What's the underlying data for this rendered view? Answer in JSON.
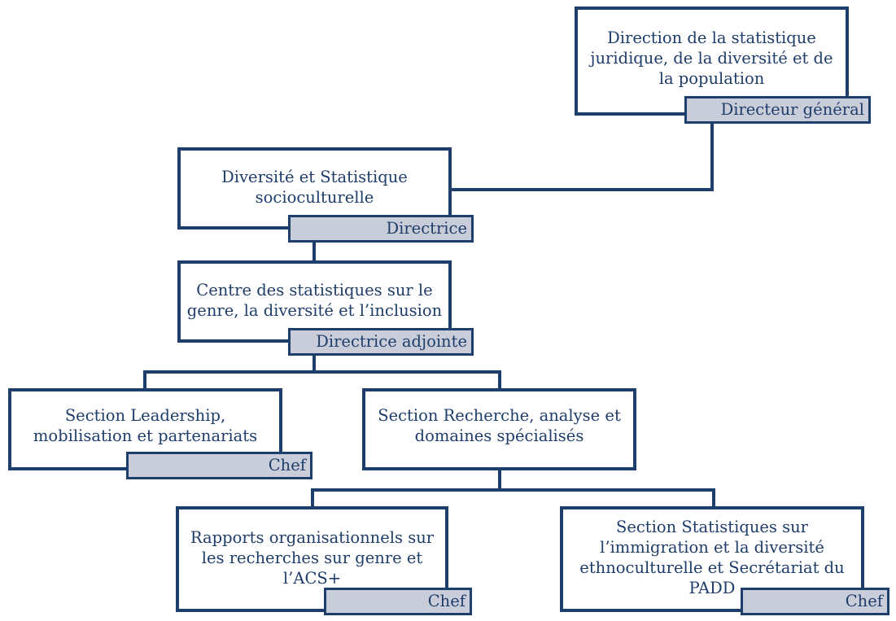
{
  "org": {
    "dg": {
      "title": "Direction de la statistique juridique, de la diversité et de la population",
      "role": "Directeur général"
    },
    "dss": {
      "title": "Diversité et Statistique socioculturelle",
      "role": "Directrice"
    },
    "csgdi": {
      "title": "Centre des statistiques sur le genre, la diversité et l’inclusion",
      "role": "Directrice adjointe"
    },
    "slmp": {
      "title": "Section Leadership, mobilisation et partenariats",
      "role": "Chef"
    },
    "srads": {
      "title": "Section Recherche, analyse et domaines spécialisés",
      "role": "Chef"
    },
    "rosr": {
      "title": "Rapports organisationnels sur les recherches sur genre et l’ACS+",
      "role": "Chef"
    },
    "ssid": {
      "title": "Section Statistiques sur l’immigration et la diversité ethnoculturelle et Secrétariat du PADD",
      "role": "Chef"
    }
  },
  "colors": {
    "border": "#1e3f6b",
    "role_fill": "#c9cdd9",
    "text": "#1f3d6a"
  }
}
